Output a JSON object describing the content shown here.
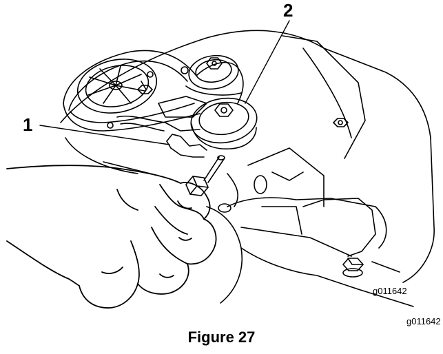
{
  "callouts": {
    "one": "1",
    "two": "2"
  },
  "illustration_code_inner": "g011642",
  "illustration_code_outer": "g011642",
  "caption": "Figure 27",
  "colors": {
    "line": "#000000",
    "background": "#ffffff"
  }
}
